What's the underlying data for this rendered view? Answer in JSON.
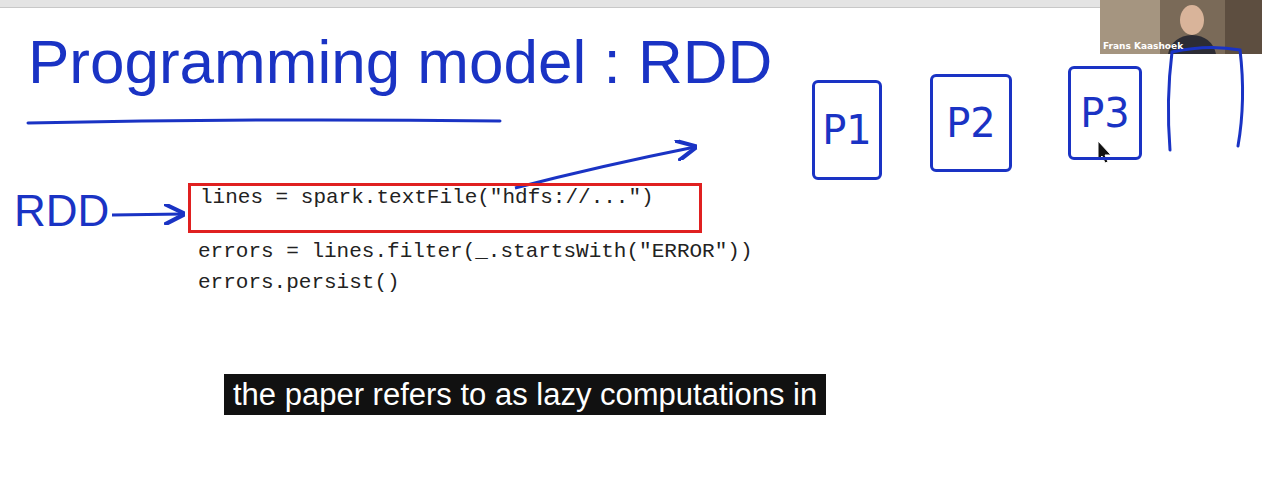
{
  "diagram": {
    "title": "Programming model : RDD",
    "caption": "the paper refers to as lazy computations in",
    "nodes": [
      {
        "text": [
          "lines = spark.textFile(\"hdfs://...\")"
        ]
      },
      {
        "text": [
          "P1"
        ]
      },
      {
        "text": [
          "P2"
        ]
      },
      {
        "text": [
          "P3"
        ]
      }
    ],
    "labels": [
      "RDD",
      "errors = lines.filter(_.startsWith(\"ERROR\"))",
      "errors.persist()",
      "Frans Kaashoek"
    ]
  }
}
